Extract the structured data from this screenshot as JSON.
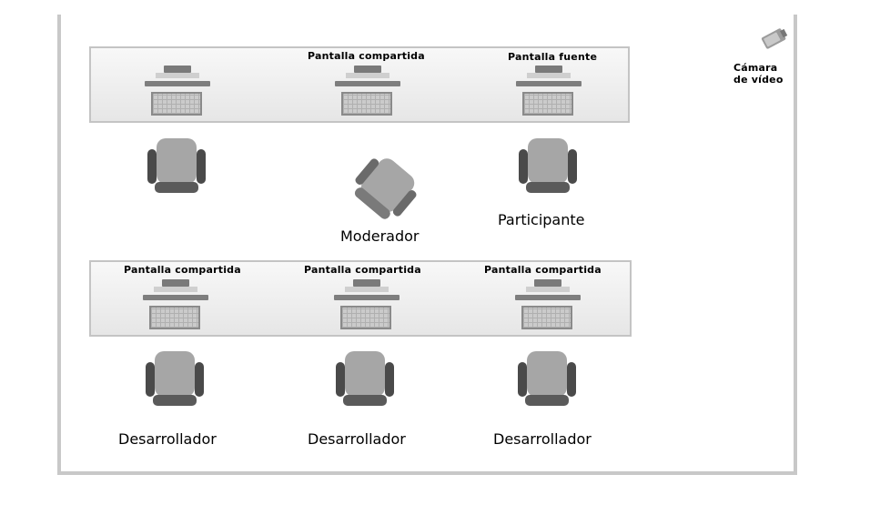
{
  "labels": {
    "top_screen_center": "Pantalla compartida",
    "top_screen_right": "Pantalla fuente",
    "camera": [
      "Cámara",
      "de vídeo"
    ],
    "moderator": "Moderador",
    "participant": "Participante",
    "bottom_screens": [
      "Pantalla compartida",
      "Pantalla compartida",
      "Pantalla compartida"
    ],
    "developers": [
      "Desarrollador",
      "Desarrollador",
      "Desarrollador"
    ]
  },
  "colors": {
    "wall": "#c8c8c8",
    "table_border": "#c4c4c4",
    "chair_dark": "#4a4a4a",
    "chair_light": "#a6a6a6"
  },
  "icons": {
    "workstation": "computer-icon",
    "seat": "chair-icon",
    "camera": "video-camera-icon"
  }
}
